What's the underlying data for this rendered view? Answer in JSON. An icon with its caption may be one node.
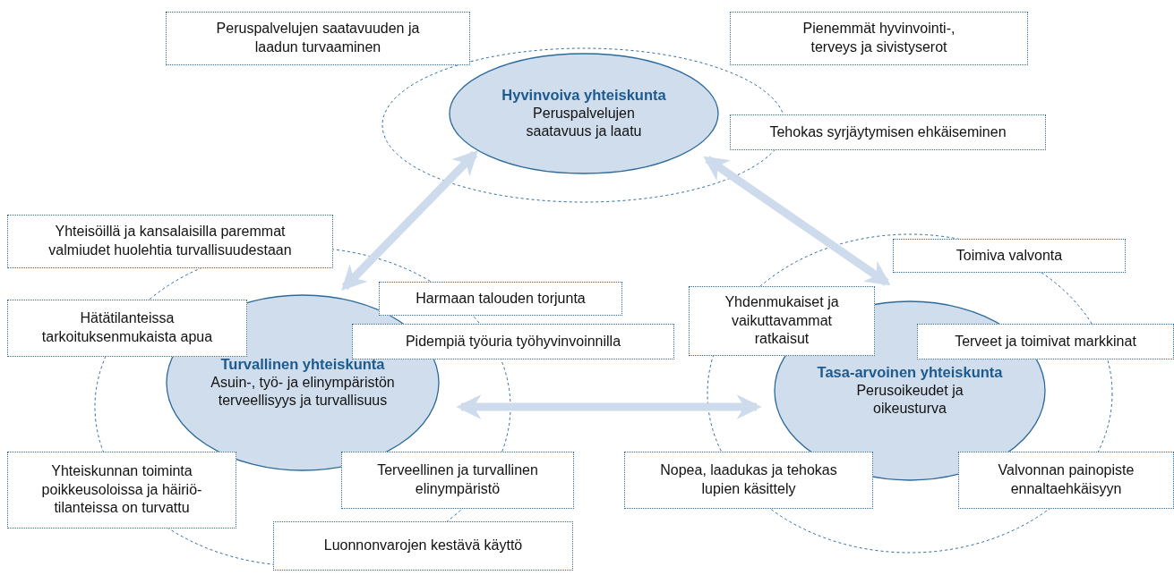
{
  "diagram": {
    "nodes": [
      {
        "text": [
          "Peruspalvelujen saatavuuden ja laadun turvaaminen"
        ]
      },
      {
        "text": [
          "Pienemmät hyvinvointi-, terveys ja sivistyserot"
        ]
      },
      {
        "text": [
          "Hyvinvoiva yhteiskunta",
          "Peruspalvelujen saatavuus ja laatu"
        ]
      },
      {
        "text": [
          "Tehokas syrjäytymisen ehkäiseminen"
        ]
      },
      {
        "text": [
          "Yhteisöillä ja kansalaisilla paremmat valmiudet huolehtia turvallisuudestaan"
        ]
      },
      {
        "text": [
          "Toimiva valvonta"
        ]
      },
      {
        "text": [
          "Harmaan talouden torjunta"
        ]
      },
      {
        "text": [
          "Hätätilanteissa tarkoituksenmukaista apua"
        ]
      },
      {
        "text": [
          "Yhdenmukaiset ja vaikuttavammat ratkaisut"
        ]
      },
      {
        "text": [
          "Pidempiä työuria työhyvinvoinnilla"
        ]
      },
      {
        "text": [
          "Terveet ja toimivat markkinat"
        ]
      },
      {
        "text": [
          "Turvallinen yhteiskunta",
          "Asuin-, työ- ja elinympäristön terveellisyys ja turvallisuus"
        ]
      },
      {
        "text": [
          "Tasa-arvoinen yhteiskunta",
          "Perusoikeudet ja oikeusturva"
        ]
      },
      {
        "text": [
          "Yhteiskunnan toiminta poikkeusoloissa ja häiriö- tilanteissa on turvattu"
        ]
      },
      {
        "text": [
          "Terveellinen ja turvallinen elinympäristö"
        ]
      },
      {
        "text": [
          "Nopea, laadukas ja tehokas lupien käsittely"
        ]
      },
      {
        "text": [
          "Valvonnan painopiste ennaltaehkäisyyn"
        ]
      },
      {
        "text": [
          "Luonnonvarojen kestävä käyttö"
        ]
      }
    ],
    "edges": [
      {
        "from": 11,
        "to": 2,
        "arrow": "both"
      },
      {
        "from": 2,
        "to": 12,
        "arrow": "both"
      },
      {
        "from": 11,
        "to": 12,
        "arrow": "both"
      }
    ]
  }
}
